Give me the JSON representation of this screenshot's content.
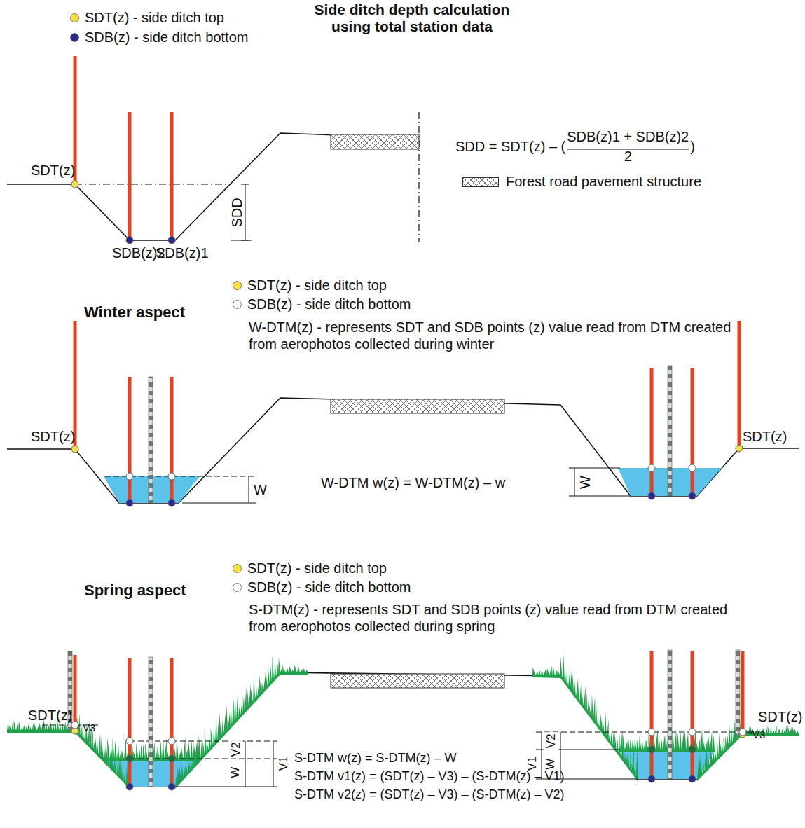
{
  "diagram": {
    "title": "Side ditch depth calculation using total station data",
    "labels": [
      "SDT(z)",
      "SDB(z)2",
      "SDB(z)1",
      "SDD",
      "SDD = SDT(z) – (",
      "SDB(z)1 + SDB(z)2",
      "2",
      ")",
      "Winter aspect",
      "W-DTM(z) - represents SDT and SDB points (z) value read from DTM created from aerophotos collected during winter",
      "SDT(z)",
      "SDT(z)",
      "W",
      "W",
      "W-DTM w(z) = W-DTM(z) – w",
      "Spring aspect",
      "S-DTM(z) - represents SDT and SDB points (z) value read from DTM created from aerophotos collected during spring",
      "SDT(z)",
      "SDT(z)",
      "V3",
      "V3",
      "V2",
      "V1",
      "W",
      "V2",
      "V1",
      "W",
      "S-DTM w(z) = S-DTM(z) – W",
      "S-DTM v1(z) = (SDT(z) – V3) – (S-DTM(z) – V1)",
      "S-DTM v2(z) = (SDT(z) – V3) – (S-DTM(z) – V2)"
    ],
    "legend": [
      {
        "text": "SDT(z) - side ditch top",
        "color": "#f5e042"
      },
      {
        "text": "SDB(z) - side ditch bottom",
        "color": "#2b2a8c"
      },
      {
        "text": "Forest road pavement structure"
      },
      {
        "text": "SDT(z) - side ditch top",
        "color": "#f5e042"
      },
      {
        "text": "SDB(z) - side ditch bottom",
        "color": "#ffffff"
      },
      {
        "text": "SDT(z) - side ditch top",
        "color": "#f5e042"
      },
      {
        "text": "SDB(z) - side ditch bottom",
        "color": "#ffffff"
      }
    ]
  }
}
